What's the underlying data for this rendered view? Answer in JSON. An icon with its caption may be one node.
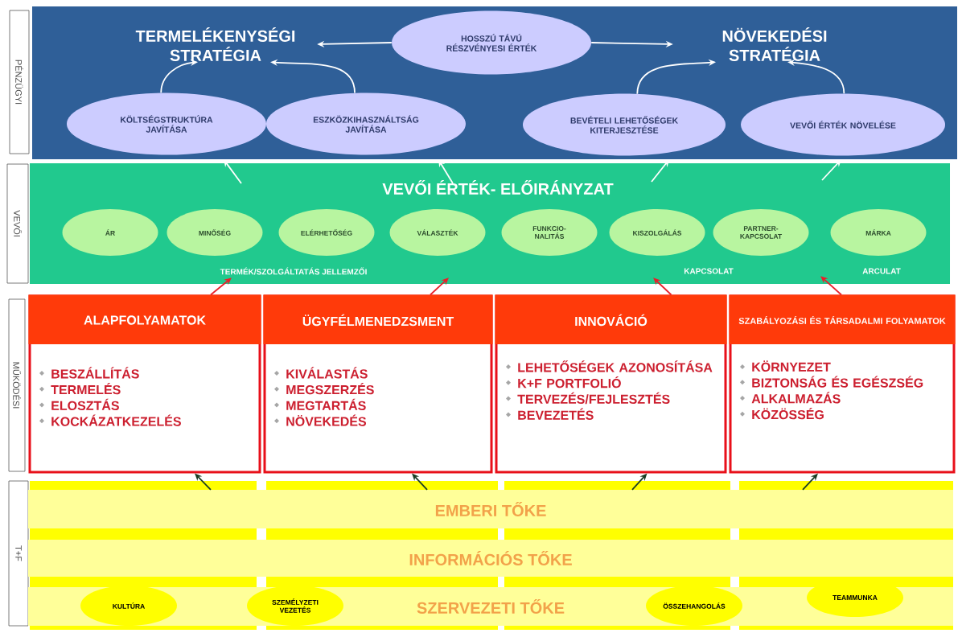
{
  "diagram": {
    "nodes": [
      {
        "text": [
          "PÉNZÜGYI"
        ]
      },
      {
        "text": [],
        "shape": "box"
      },
      {
        "text": [
          "TERMELÉKENYSÉGI STRATÉGIA"
        ],
        "in": 1
      },
      {
        "text": [
          "HOSSZÚ TÁVÚ RÉSZVÉNYESI ÉRTÉK"
        ],
        "in": 1
      },
      {
        "text": [
          "NÖVEKEDÉSI STRATÉGIA"
        ],
        "in": 1
      },
      {
        "text": [
          "KÖLTSÉGSTRUKTÚRA JAVÍTÁSA"
        ],
        "in": 1
      },
      {
        "text": [
          "ESZKÖZKIHASZNÁLTSÁG JAVÍTÁSA"
        ],
        "in": 1
      },
      {
        "text": [
          "BEVÉTELI LEHETŐSÉGEK KITERJESZTÉSE"
        ],
        "in": 1
      },
      {
        "text": [
          "VEVŐI ÉRTÉK NÖVELÉSE"
        ],
        "in": 1
      },
      {
        "text": [
          "VEVŐI"
        ]
      },
      {
        "text": [
          "VEVŐI ÉRTÉK- ELŐIRÁNYZAT"
        ]
      },
      {
        "text": [
          "ÁR"
        ],
        "in": 10
      },
      {
        "text": [
          "MINŐSÉG"
        ],
        "in": 10
      },
      {
        "text": [
          "ELÉRHETŐSÉG"
        ],
        "in": 10
      },
      {
        "text": [
          "VÁLASZTÉK"
        ],
        "in": 10
      },
      {
        "text": [
          "FUNKCIO- NALITÁS"
        ],
        "in": 10
      },
      {
        "text": [
          "KISZOLGÁLÁS"
        ],
        "in": 10
      },
      {
        "text": [
          "PARTNER- KAPCSOLAT"
        ],
        "in": 10
      },
      {
        "text": [
          "MÁRKA"
        ],
        "in": 10
      },
      {
        "text": [
          "MŰKÖDÉSI"
        ]
      },
      {
        "text": [
          "ALAPFOLYAMATOK",
          "BESZÁLLÍTÁS",
          "TERMELÉS",
          "ELOSZTÁS",
          "KOCKÁZATKEZELÉS"
        ]
      },
      {
        "text": [
          "ÜGYFÉLMENEDZSMENT",
          "KIVÁLASTÁS",
          "MEGSZERZÉS",
          "MEGTARTÁS",
          "NÖVEKEDÉS"
        ]
      },
      {
        "text": [
          "INNOVÁCIÓ",
          "LEHETŐSÉGEK AZONOSÍTÁSA",
          "K+F PORTFOLIÓ",
          "TERVEZÉS/FEJLESZTÉS",
          "BEVEZETÉS"
        ]
      },
      {
        "text": [
          "SZABÁLYOZÁSI ÉS TÁRSADALMI FOLYAMATOK",
          "KÖRNYEZET",
          "BIZTONSÁG ÉS EGÉSZSÉG",
          "ALKALMAZÁS",
          "KÖZÖSSÉG"
        ]
      },
      {
        "text": [
          "T+F"
        ]
      },
      {
        "text": [
          "EMBERI TŐKE"
        ]
      },
      {
        "text": [
          "INFORMÁCIÓS TŐKE"
        ]
      },
      {
        "text": [
          "SZERVEZETI TŐKE"
        ]
      },
      {
        "text": [
          "KULTÚRA"
        ],
        "in": 27
      },
      {
        "text": [
          "SZEMÉLYZETI VEZETÉS"
        ],
        "in": 27
      },
      {
        "text": [
          "ÖSSZEHANGOLÁS"
        ],
        "in": 27
      },
      {
        "text": [
          "TEAMMUNKA"
        ],
        "in": 27
      }
    ],
    "edges": [
      {
        "from": 3,
        "to": 2,
        "arrow": "to"
      },
      {
        "from": 3,
        "to": 4,
        "arrow": "to"
      },
      {
        "from": 5,
        "to": 2,
        "arrow": "to"
      },
      {
        "from": 6,
        "to": 2,
        "arrow": "to"
      },
      {
        "from": 7,
        "to": 4,
        "arrow": "to"
      },
      {
        "from": 8,
        "to": 4,
        "arrow": "to"
      },
      {
        "from": null,
        "to": 1,
        "arrow": "to"
      },
      {
        "from": null,
        "to": 1,
        "arrow": "to"
      },
      {
        "from": null,
        "to": 1,
        "arrow": "to"
      },
      {
        "from": null,
        "to": 1,
        "arrow": "to"
      },
      {
        "from": 20,
        "to": 10,
        "arrow": "to",
        "color": "#e8202a"
      },
      {
        "from": 21,
        "to": 10,
        "arrow": "to",
        "color": "#e8202a"
      },
      {
        "from": 22,
        "to": 10,
        "arrow": "to",
        "color": "#e8202a"
      },
      {
        "from": 23,
        "to": 10,
        "arrow": "to",
        "color": "#e8202a"
      },
      {
        "from": 25,
        "to": 20,
        "arrow": "to",
        "color": "#1a3d24"
      },
      {
        "from": 25,
        "to": 21,
        "arrow": "to",
        "color": "#1a3d24"
      },
      {
        "from": 25,
        "to": 22,
        "arrow": "to",
        "color": "#1a3d24"
      },
      {
        "from": 25,
        "to": 23,
        "arrow": "to",
        "color": "#1a3d24"
      }
    ],
    "labels": [
      "TERMÉK/SZOLGÁLTATÁS JELLEMZŐI",
      "KAPCSOLAT",
      "ARCULAT"
    ]
  }
}
